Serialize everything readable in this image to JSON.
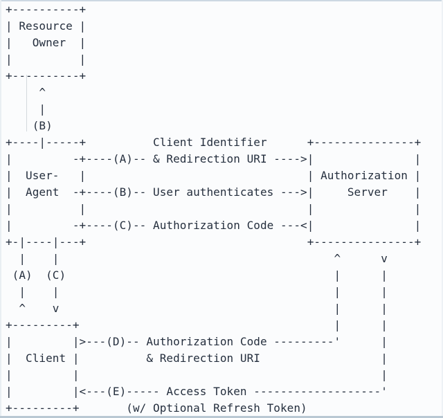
{
  "page": {
    "background": "#fbfcfd",
    "text_color": "#252f3e",
    "frame_top_color": "#ccd8e2",
    "frame_bottom_color": "#b9c8d3"
  },
  "diagram": {
    "type": "ascii-flow-diagram",
    "actors": [
      "Resource Owner",
      "User-Agent",
      "Authorization Server",
      "Client"
    ],
    "steps": [
      {
        "id": "(A)",
        "label": "Client Identifier & Redirection URI"
      },
      {
        "id": "(B)",
        "label": "User authenticates"
      },
      {
        "id": "(C)",
        "label": "Authorization Code"
      },
      {
        "id": "(D)",
        "label": "Authorization Code & Redirection URI"
      },
      {
        "id": "(E)",
        "label": "Access Token (w/ Optional Refresh Token)"
      }
    ],
    "lines": [
      "+----------+",
      "| Resource |",
      "|   Owner  |",
      "|          |",
      "+----------+",
      "     ^",
      "     |",
      "    (B)",
      "+----|-----+          Client Identifier      +---------------+",
      "|         -+----(A)-- & Redirection URI ---->|               |",
      "|  User-   |                                 | Authorization |",
      "|  Agent  -+----(B)-- User authenticates --->|     Server    |",
      "|          |                                 |               |",
      "|         -+----(C)-- Authorization Code ---<|               |",
      "+-|----|---+                                 +---------------+",
      "  |    |                                         ^      v",
      " (A)  (C)                                        |      |",
      "  |    |                                         |      |",
      "  ^    v                                         |      |",
      "+---------+                                      |      |",
      "|         |>---(D)-- Authorization Code ---------'      |",
      "|  Client |          & Redirection URI                  |",
      "|         |                                             |",
      "|         |<---(E)----- Access Token -------------------'",
      "+---------+       (w/ Optional Refresh Token)"
    ]
  }
}
